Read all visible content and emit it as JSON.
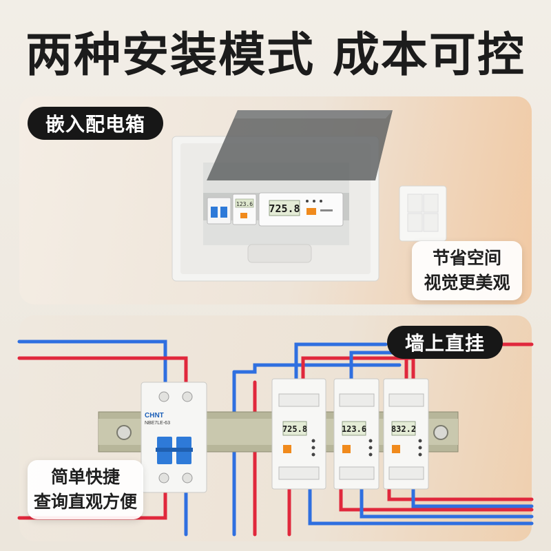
{
  "headline": "两种安装模式 成本可控",
  "sections": {
    "embedded": {
      "label": "嵌入配电箱",
      "note_line1": "节省空间",
      "note_line2": "视觉更美观"
    },
    "wall_mount": {
      "label": "墙上直挂",
      "note_line1": "简单快捷",
      "note_line2": "查询直观方便"
    }
  },
  "devices": {
    "breaker_brand": "CHNT",
    "breaker_model": "NBE7LE-63",
    "box_meter_small_reading": "123.6",
    "box_meter_large_reading": "725.8",
    "rail_meter_readings": [
      "725.8",
      "123.6",
      "832.2"
    ]
  },
  "colors": {
    "pill_bg": "#171717",
    "wire_red": "#e0283c",
    "wire_blue": "#2f6fe0",
    "accent_orange": "#f08a1c"
  }
}
